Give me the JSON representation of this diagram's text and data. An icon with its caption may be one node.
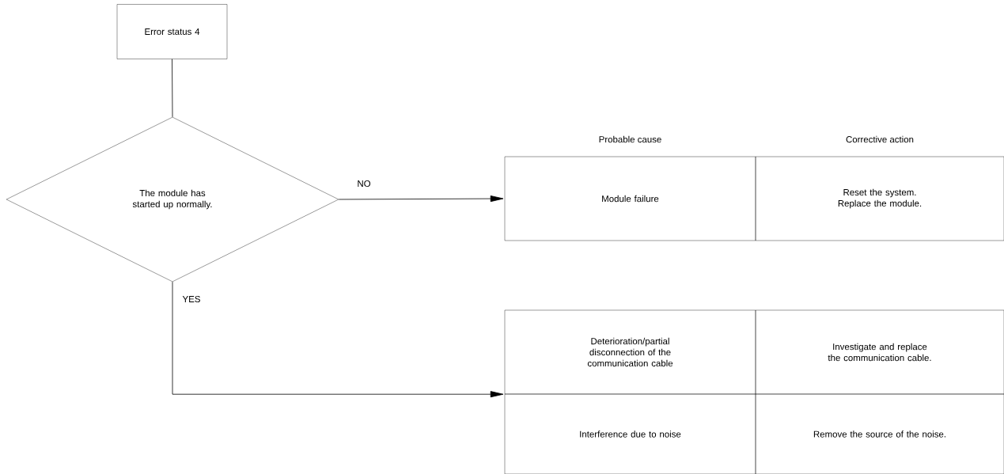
{
  "diagram": {
    "nodes": [
      {
        "text": [
          "Error status  4"
        ]
      },
      {
        "text": [
          "The module has started up normally."
        ]
      },
      {
        "text": [
          "Module failure"
        ]
      },
      {
        "text": [
          "Reset the system. Replace the module."
        ]
      },
      {
        "text": [
          "Deterioration/partial disconnection of the communication cable"
        ]
      },
      {
        "text": [
          "Investigate and replace the communication cable."
        ]
      },
      {
        "text": [
          "Interference due to noise"
        ]
      },
      {
        "text": [
          "Remove the source of the noise."
        ]
      }
    ],
    "edges": [
      {
        "from": 0,
        "to": 1,
        "arrow": "none"
      },
      {
        "from": 1,
        "to": 2,
        "arrow": "to",
        "label": "NO"
      },
      {
        "from": 1,
        "to": 4,
        "arrow": "to",
        "label": "YES"
      }
    ],
    "labels": [
      "Probable cause",
      "Corrective action"
    ]
  }
}
